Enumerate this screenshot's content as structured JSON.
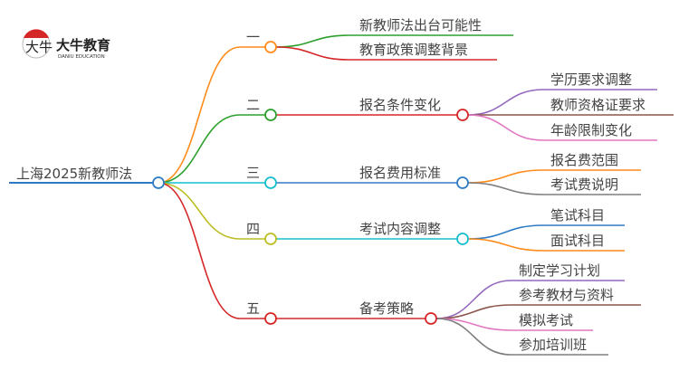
{
  "logo": {
    "name": "大牛教育",
    "sub": "DANIU EDUCATION",
    "mark": "大牛"
  },
  "root": {
    "label": "上海2025新教师法",
    "color": "#2e7bc4"
  },
  "branches": [
    {
      "label": "一",
      "color": "#ff8c1a",
      "sub": null,
      "leaves": [
        {
          "label": "新教师法出台可能性",
          "color": "#2ca02c"
        },
        {
          "label": "教育政策调整背景",
          "color": "#d62728"
        }
      ]
    },
    {
      "label": "二",
      "color": "#2ca02c",
      "sub": {
        "label": "报名条件变化",
        "color": "#d62728"
      },
      "leaves": [
        {
          "label": "学历要求调整",
          "color": "#9467bd"
        },
        {
          "label": "教师资格证要求",
          "color": "#8c564b"
        },
        {
          "label": "年龄限制变化",
          "color": "#e377c2"
        }
      ]
    },
    {
      "label": "三",
      "color": "#17becf",
      "sub": {
        "label": "报名费用标准",
        "color": "#2e7bc4"
      },
      "leaves": [
        {
          "label": "报名费范围",
          "color": "#ff8c1a"
        },
        {
          "label": "考试费说明",
          "color": "#7f7f7f"
        }
      ]
    },
    {
      "label": "四",
      "color": "#bcbd22",
      "sub": {
        "label": "考试内容调整",
        "color": "#17becf"
      },
      "leaves": [
        {
          "label": "笔试科目",
          "color": "#2e7bc4"
        },
        {
          "label": "面试科目",
          "color": "#ff8c1a"
        }
      ]
    },
    {
      "label": "五",
      "color": "#d62728",
      "sub": {
        "label": "备考策略",
        "color": "#d62728"
      },
      "leaves": [
        {
          "label": "制定学习计划",
          "color": "#9467bd"
        },
        {
          "label": "参考教材与资料",
          "color": "#8c564b"
        },
        {
          "label": "模拟考试",
          "color": "#e377c2"
        },
        {
          "label": "参加培训班",
          "color": "#7f7f7f"
        }
      ]
    }
  ]
}
